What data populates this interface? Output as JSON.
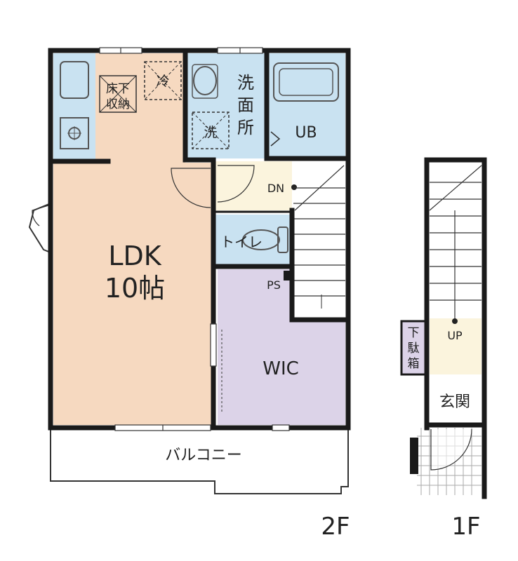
{
  "labels": {
    "ldk_line1": "LDK",
    "ldk_line2": "10帖",
    "wash_line1": "洗",
    "wash_line2": "面",
    "wash_line3": "所",
    "ub": "UB",
    "dn": "DN",
    "toilet": "トイレ",
    "ps": "PS",
    "wic": "WIC",
    "balcony": "バルコニー",
    "floor_2f": "2F",
    "floor_1f": "1F",
    "up": "UP",
    "genkan": "玄関",
    "getabako_1": "下",
    "getabako_2": "駄",
    "getabako_3": "箱",
    "fridge": "冷",
    "washer": "洗",
    "storage_1": "床下",
    "storage_2": "収納"
  },
  "colors": {
    "ldk": "#f6d9c0",
    "wet": "#c9e2f1",
    "wic": "#dcd3e8",
    "hall": "#fbf4dd",
    "wall": "#1a1a1a"
  }
}
